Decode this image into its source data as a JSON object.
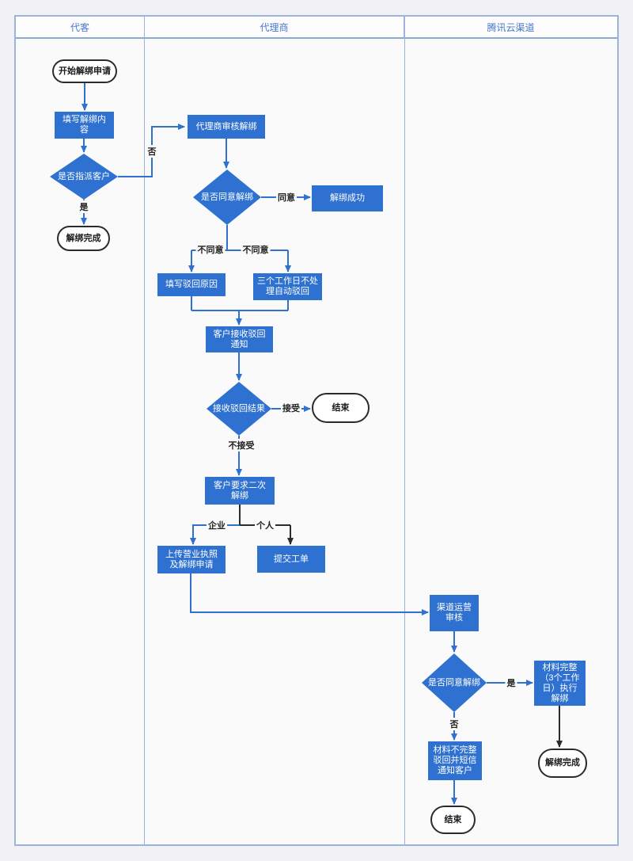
{
  "header": {
    "lanes": [
      {
        "label": "代客"
      },
      {
        "label": "代理商"
      },
      {
        "label": "腾讯云渠道"
      }
    ]
  },
  "colors": {
    "node_blue": "#2e71d0",
    "edge_blue": "#2e71d0",
    "edge_black": "#2b2b2b",
    "lane_border_blue": "#9db3dd",
    "header_text_blue": "#4a77c9"
  },
  "nodes": {
    "start": {
      "type": "terminator",
      "label": "开始解绑申请"
    },
    "fill_content": {
      "type": "process",
      "label": "填写解绑内\n容"
    },
    "assign_decision": {
      "type": "decision",
      "label": "是否指派客户"
    },
    "done_agent_lane1": {
      "type": "terminator",
      "label": "解绑完成"
    },
    "agent_review": {
      "type": "process",
      "label": "代理商审核解绑"
    },
    "agree_decision_agent": {
      "type": "decision",
      "label": "是否同意解绑"
    },
    "unbind_success": {
      "type": "process",
      "label": "解绑成功"
    },
    "fill_reject_reason": {
      "type": "process",
      "label": "填写驳回原因"
    },
    "auto_reject": {
      "type": "process",
      "label": "三个工作日不处\n理自动驳回"
    },
    "receive_notice": {
      "type": "process",
      "label": "客户接收驳回\n通知"
    },
    "result_decision": {
      "type": "decision",
      "label": "接收驳回结果"
    },
    "end_accept": {
      "type": "terminator",
      "label": "结束"
    },
    "second_request": {
      "type": "process",
      "label": "客户要求二次\n解绑"
    },
    "upload_license": {
      "type": "process",
      "label": "上传营业执照\n及解绑申请"
    },
    "submit_ticket": {
      "type": "process",
      "label": "提交工单"
    },
    "channel_review": {
      "type": "process",
      "label": "渠道运营\n审核"
    },
    "agree_decision_channel": {
      "type": "decision",
      "label": "是否同意解绑"
    },
    "materials_complete": {
      "type": "process",
      "label": "材料完整\n（3个工作\n日）执行\n解绑"
    },
    "materials_incomplete": {
      "type": "process",
      "label": "材料不完整\n驳回并短信\n通知客户"
    },
    "done_channel": {
      "type": "terminator",
      "label": "解绑完成"
    },
    "end_channel": {
      "type": "terminator",
      "label": "结束"
    }
  },
  "edge_labels": {
    "assign_no": "否",
    "assign_yes": "是",
    "agree": "同意",
    "disagree_left": "不同意",
    "disagree_right": "不同意",
    "accept": "接受",
    "not_accept": "不接受",
    "enterprise": "企业",
    "personal": "个人",
    "channel_yes": "是",
    "channel_no": "否"
  },
  "edges": [
    {
      "from": "start",
      "to": "fill_content",
      "label": ""
    },
    {
      "from": "fill_content",
      "to": "assign_decision",
      "label": ""
    },
    {
      "from": "assign_decision",
      "to": "done_agent_lane1",
      "label": "是"
    },
    {
      "from": "assign_decision",
      "to": "agent_review",
      "label": "否"
    },
    {
      "from": "agent_review",
      "to": "agree_decision_agent",
      "label": ""
    },
    {
      "from": "agree_decision_agent",
      "to": "unbind_success",
      "label": "同意"
    },
    {
      "from": "agree_decision_agent",
      "to": "fill_reject_reason",
      "label": "不同意"
    },
    {
      "from": "agree_decision_agent",
      "to": "auto_reject",
      "label": "不同意"
    },
    {
      "from": "fill_reject_reason",
      "to": "receive_notice",
      "label": ""
    },
    {
      "from": "auto_reject",
      "to": "receive_notice",
      "label": ""
    },
    {
      "from": "receive_notice",
      "to": "result_decision",
      "label": ""
    },
    {
      "from": "result_decision",
      "to": "end_accept",
      "label": "接受"
    },
    {
      "from": "result_decision",
      "to": "second_request",
      "label": "不接受"
    },
    {
      "from": "second_request",
      "to": "upload_license",
      "label": "企业"
    },
    {
      "from": "second_request",
      "to": "submit_ticket",
      "label": "个人"
    },
    {
      "from": "upload_license",
      "to": "channel_review",
      "label": ""
    },
    {
      "from": "channel_review",
      "to": "agree_decision_channel",
      "label": ""
    },
    {
      "from": "agree_decision_channel",
      "to": "materials_complete",
      "label": "是"
    },
    {
      "from": "agree_decision_channel",
      "to": "materials_incomplete",
      "label": "否"
    },
    {
      "from": "materials_complete",
      "to": "done_channel",
      "label": ""
    },
    {
      "from": "materials_incomplete",
      "to": "end_channel",
      "label": ""
    }
  ]
}
